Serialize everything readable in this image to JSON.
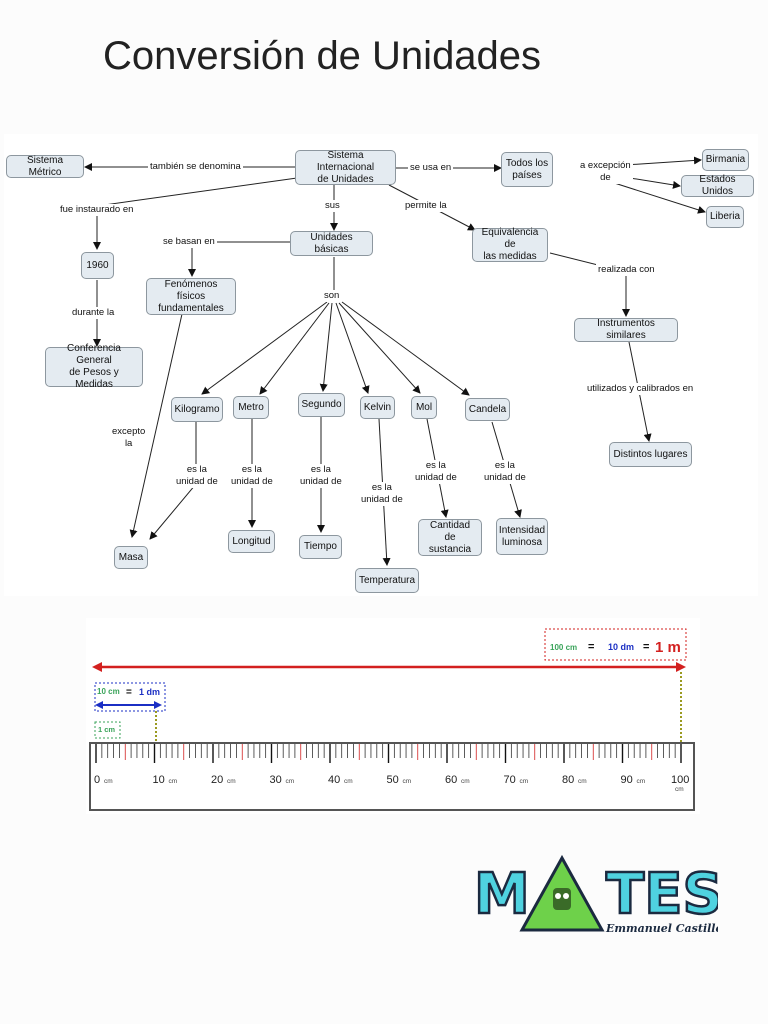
{
  "title": "Conversión de Unidades",
  "concept_map": {
    "nodes": {
      "si": "Sistema Internacional\nde Unidades",
      "sm": "Sistema Métrico",
      "todos": "Todos los\npaíses",
      "birmania": "Birmania",
      "eeuu": "Estados Unidos",
      "liberia": "Liberia",
      "n1960": "1960",
      "conf": "Conferencia General\nde Pesos y Medidas",
      "ub": "Unidades básicas",
      "equiv": "Equivalencia de\nlas medidas",
      "fen": "Fenómenos físicos\nfundamentales",
      "instr": "Instrumentos similares",
      "dist": "Distintos lugares",
      "kg": "Kilogramo",
      "metro": "Metro",
      "seg": "Segundo",
      "kelvin": "Kelvin",
      "mol": "Mol",
      "candela": "Candela",
      "masa": "Masa",
      "longitud": "Longitud",
      "tiempo": "Tiempo",
      "temperatura": "Temperatura",
      "cantidad": "Cantidad\nde sustancia",
      "intensidad": "Intensidad\nluminosa"
    },
    "links": {
      "tambien": "también se denomina",
      "usa": "se usa en",
      "excepcion": "a excepción\nde",
      "fue": "fue instaurado en",
      "durante": "durante la",
      "sus": "sus",
      "permite": "permite la",
      "basan": "se basan en",
      "son": "son",
      "realizada": "realizada con",
      "utilizados": "utilizados y calibrados en",
      "excepto": "excepto\nla",
      "es1": "es la\nunidad de",
      "es2": "es la\nunidad de",
      "es3": "es la\nunidad de",
      "es4": "es la\nunidad de",
      "es5": "es la\nunidad de",
      "es6": "es la\nunidad de"
    }
  },
  "ruler": {
    "eq_100cm": "100 cm",
    "eq_eq1": "=",
    "eq_10dm": "10 dm",
    "eq_eq2": "=",
    "eq_1m": "1 m",
    "eq_10cm": "10 cm",
    "eq_eq3": "=",
    "eq_1dm": "1 dm",
    "eq_1cm": "1 cm",
    "unit": "cm",
    "ticks": [
      "0",
      "10",
      "20",
      "30",
      "40",
      "50",
      "60",
      "70",
      "80",
      "90",
      "100"
    ],
    "colors": {
      "green": "#3aa35a",
      "blue": "#1b2fc4",
      "red": "#d3201f",
      "olive": "#9a9a20"
    }
  },
  "logo": {
    "text": "MATES",
    "signature": "Emmanuel Castillo",
    "colors": {
      "cyan": "#4fd2e0",
      "green": "#6ed14a",
      "dark": "#1b2a40"
    }
  }
}
